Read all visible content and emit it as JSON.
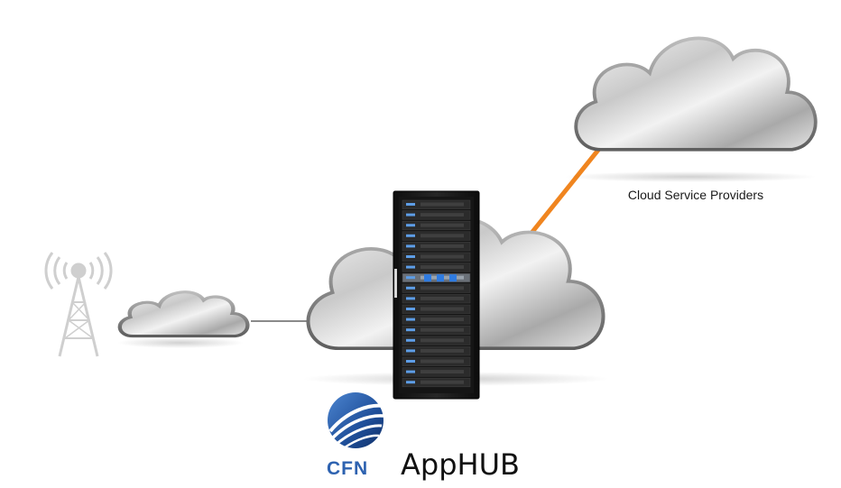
{
  "diagram": {
    "cloud_label": "Cloud Service Providers",
    "brand": {
      "logo_text": "CFN",
      "product_name": "AppHUB"
    }
  },
  "colors": {
    "uplink_line": "#f0851f",
    "local_link": "#8a8a8a",
    "tower": "#cfcfcf",
    "rack_body": "#1b1b1b",
    "logo_blue": "#2d62b0"
  },
  "icons": [
    "radio-tower-icon",
    "cloud-icon",
    "server-rack-icon",
    "cfn-globe-logo"
  ]
}
